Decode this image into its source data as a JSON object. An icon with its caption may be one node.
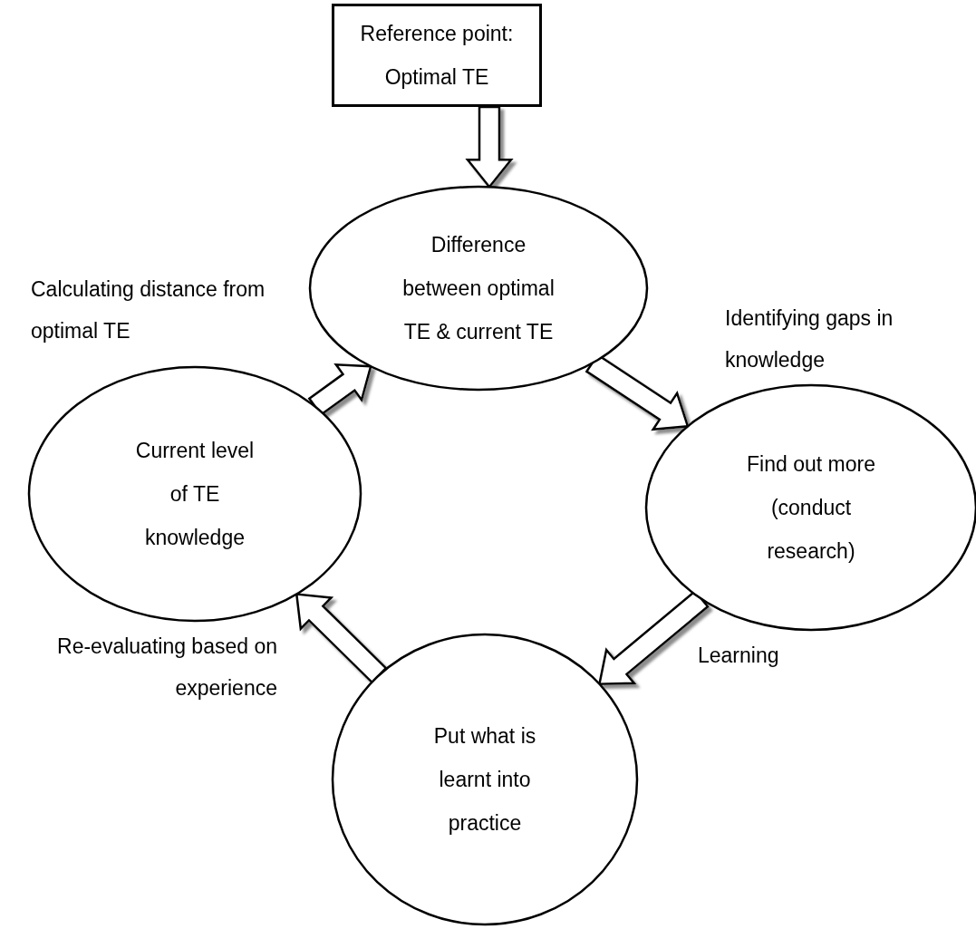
{
  "diagram": {
    "nodes": [
      {
        "text": [
          "Reference point: Optimal TE"
        ]
      },
      {
        "text": [
          "Difference between optimal TE & current TE"
        ]
      },
      {
        "text": [
          "Find out more (conduct research)"
        ]
      },
      {
        "text": [
          "Put what is learnt into practice"
        ]
      },
      {
        "text": [
          "Current level of TE knowledge"
        ]
      }
    ],
    "edges": [
      {
        "from": 0,
        "to": 1,
        "arrow": "to"
      },
      {
        "from": 1,
        "to": 2,
        "arrow": "to",
        "label": "Identifying gaps in knowledge"
      },
      {
        "from": 2,
        "to": 3,
        "arrow": "to",
        "label": "Learning"
      },
      {
        "from": 3,
        "to": 4,
        "arrow": "to",
        "label": "Re-evaluating based on experience"
      },
      {
        "from": 4,
        "to": 1,
        "arrow": "to",
        "label": "Calculating distance from optimal TE"
      }
    ]
  }
}
